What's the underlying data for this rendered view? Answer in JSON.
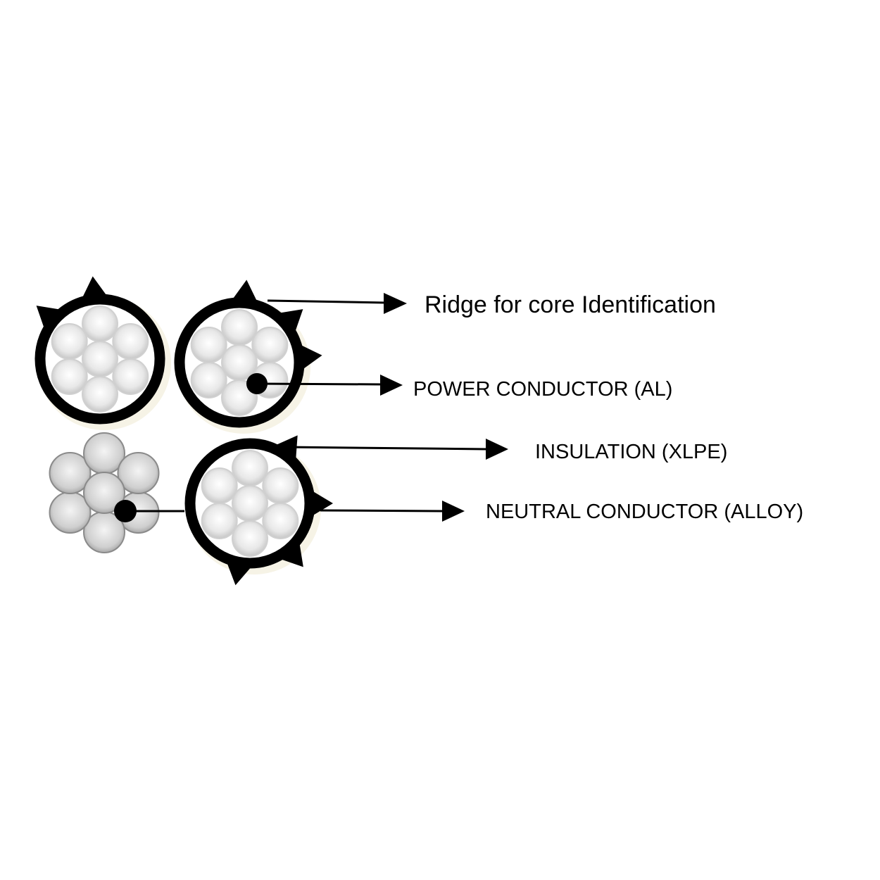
{
  "labels": {
    "ridge": "Ridge for core Identification",
    "power_conductor": "POWER CONDUCTOR (AL)",
    "insulation": "INSULATION (XLPE)",
    "neutral_conductor": "NEUTRAL CONDUCTOR (ALLOY)"
  },
  "colors": {
    "insulation": "#000000",
    "strand": "#e6e6e6",
    "background": "#ffffff"
  }
}
